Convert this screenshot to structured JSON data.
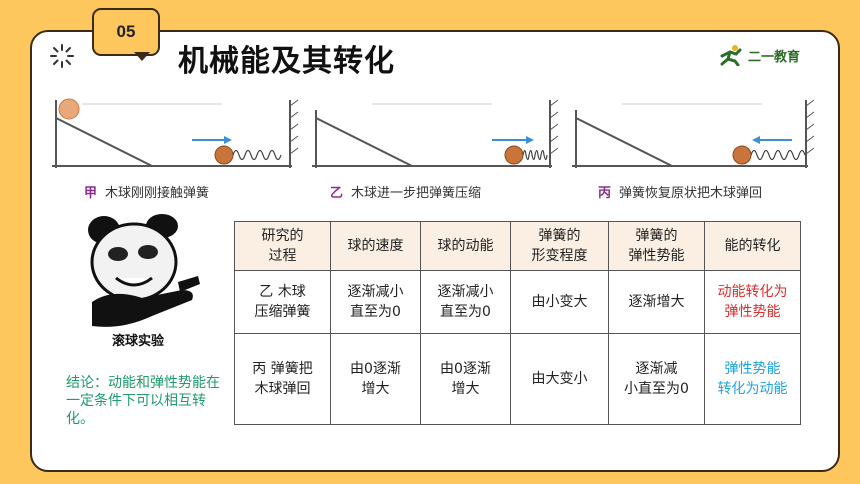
{
  "section": {
    "number": "05",
    "title": "机械能及其转化",
    "brand": "二一教育"
  },
  "captions": [
    {
      "mark": "甲",
      "mark_color": "#8B2F8F",
      "text": "木球刚刚接触弹簧"
    },
    {
      "mark": "乙",
      "mark_color": "#8B2F8F",
      "text": "木球进一步把弹簧压缩"
    },
    {
      "mark": "丙",
      "mark_color": "#8B2F8F",
      "text": "弹簧恢复原状把木球弹回"
    }
  ],
  "experiment_label": "滚球实验",
  "conclusion": "结论：动能和弹性势能在一定条件下可以相互转化。",
  "table": {
    "headers": [
      "研究的\n过程",
      "球的速度",
      "球的动能",
      "弹簧的\n形变程度",
      "弹簧的\n弹性势能",
      "能的转化"
    ],
    "rows": [
      [
        "乙 木球\n压缩弹簧",
        "逐渐减小\n直至为0",
        "逐渐减小\n直至为0",
        "由小变大",
        "逐渐增大",
        "动能转化为\n弹性势能"
      ],
      [
        "丙 弹簧把\n木球弹回",
        "由0逐渐\n增大",
        "由0逐渐\n增大",
        "由大变小",
        "逐渐减\n小直至为0",
        "弹性势能\n转化为动能"
      ]
    ]
  },
  "colors": {
    "background": "#FDC75E",
    "header_fill": "#FBEFE3",
    "red_text": "#E02C2C",
    "blue_text": "#1FA3E6",
    "green_text": "#1F9C6B"
  },
  "icons": [
    "sun-burst-icon",
    "runner-logo-icon",
    "arrow-right-icon",
    "arrow-left-icon"
  ]
}
